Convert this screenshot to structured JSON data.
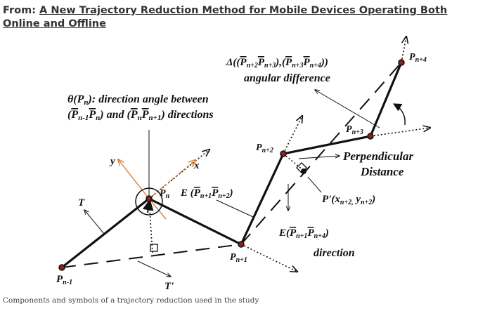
{
  "header": {
    "prefix": "From: ",
    "title_link": "A New Trajectory Reduction Method for Mobile Devices Operating Both Online and Offline"
  },
  "caption": "Components and symbols of a trajectory reduction used in the study",
  "labels": {
    "p_nm1": "P",
    "p_nm1_sub": "n-1",
    "p_n": "P",
    "p_n_sub": "n",
    "p_np1": "P",
    "p_np1_sub": "n+1",
    "p_np2": "P",
    "p_np2_sub": "n+2",
    "p_np3": "P",
    "p_np3_sub": "n+3",
    "p_np4": "P",
    "p_np4_sub": "n+4",
    "t": "T",
    "t_prime": "T'",
    "x_axis": "x",
    "y_axis": "y",
    "theta_line1": "θ(P",
    "theta_sub": "n",
    "theta_line1_tail": "): direction angle between",
    "theta_line2_open": "(",
    "theta_seg1": "P",
    "theta_seg1_sub": "n-1",
    "theta_seg1b": "P",
    "theta_seg1b_sub": "n",
    "theta_and": ") and (",
    "theta_seg2": "P",
    "theta_seg2_sub": "n",
    "theta_seg2b": "P",
    "theta_seg2b_sub": "n+1",
    "theta_tail": ") directions",
    "delta_open": "Δ((",
    "delta_s1a": "P",
    "delta_s1a_sub": "n+2",
    "delta_s1b": "P",
    "delta_s1b_sub": "n+3",
    "delta_mid": "),(",
    "delta_s2a": "P",
    "delta_s2a_sub": "n+3",
    "delta_s2b": "P",
    "delta_s2b_sub": "n+4",
    "delta_close": "))",
    "angular_difference": "angular difference",
    "e1_open": "E (",
    "e1_a": "P",
    "e1_a_sub": "n+1",
    "e1_b": "P",
    "e1_b_sub": "n+2",
    "e1_close": ")",
    "e2_open": "E(",
    "e2_a": "P",
    "e2_a_sub": "n+1",
    "e2_b": "P",
    "e2_b_sub": "n+4",
    "e2_close": ")",
    "direction": "direction",
    "perpendicular": "Perpendicular",
    "distance": "Distance",
    "pprime": "P'(x",
    "pprime_sub1": "n+2,",
    "pprime_y": " y",
    "pprime_sub2": "n+2",
    "pprime_close": ")"
  },
  "colors": {
    "orange": "#d9823b",
    "ink": "#111111",
    "point_fill": "#8a2020"
  }
}
